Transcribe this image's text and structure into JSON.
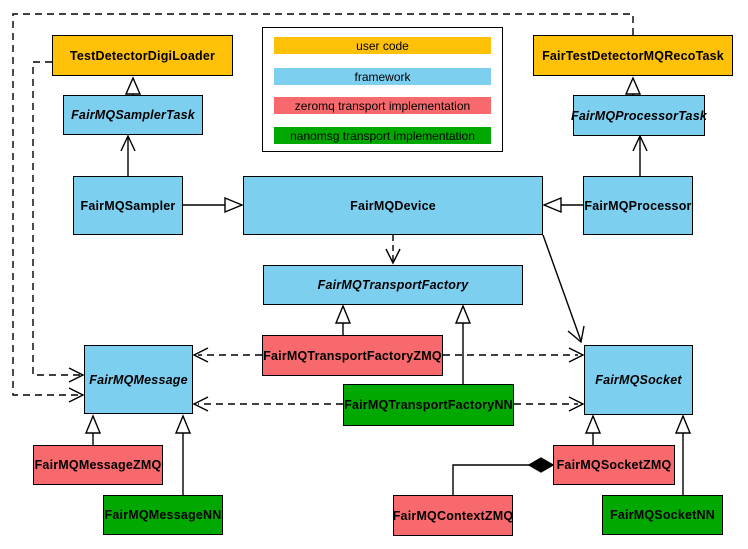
{
  "colors": {
    "user_code": "#FFC107",
    "framework": "#7DCFF0",
    "zeromq": "#F7696C",
    "nanomsg": "#00A800",
    "line": "#000000"
  },
  "legend": {
    "items": [
      {
        "label": "user code",
        "category": "user_code"
      },
      {
        "label": "framework",
        "category": "framework"
      },
      {
        "label": "zeromq transport implementation",
        "category": "zeromq"
      },
      {
        "label": "nanomsg transport implementation",
        "category": "nanomsg"
      }
    ]
  },
  "nodes": {
    "digiLoader": {
      "label": "TestDetectorDigiLoader",
      "category": "user_code",
      "abstract": false
    },
    "recoTask": {
      "label": "FairTestDetectorMQRecoTask",
      "category": "user_code",
      "abstract": false
    },
    "samplerTask": {
      "label": "FairMQSamplerTask",
      "category": "framework",
      "abstract": true
    },
    "processorTask": {
      "label": "FairMQProcessorTask",
      "category": "framework",
      "abstract": true
    },
    "sampler": {
      "label": "FairMQSampler",
      "category": "framework",
      "abstract": false
    },
    "device": {
      "label": "FairMQDevice",
      "category": "framework",
      "abstract": false
    },
    "processor": {
      "label": "FairMQProcessor",
      "category": "framework",
      "abstract": false
    },
    "transportFactory": {
      "label": "FairMQTransportFactory",
      "category": "framework",
      "abstract": true
    },
    "factoryZmq": {
      "label": "FairMQTransportFactoryZMQ",
      "category": "zeromq",
      "abstract": false
    },
    "factoryNn": {
      "label": "FairMQTransportFactoryNN",
      "category": "nanomsg",
      "abstract": false
    },
    "message": {
      "label": "FairMQMessage",
      "category": "framework",
      "abstract": true
    },
    "socket": {
      "label": "FairMQSocket",
      "category": "framework",
      "abstract": true
    },
    "messageZmq": {
      "label": "FairMQMessageZMQ",
      "category": "zeromq",
      "abstract": false
    },
    "messageNn": {
      "label": "FairMQMessageNN",
      "category": "nanomsg",
      "abstract": false
    },
    "contextZmq": {
      "label": "FairMQContextZMQ",
      "category": "zeromq",
      "abstract": false
    },
    "socketZmq": {
      "label": "FairMQSocketZMQ",
      "category": "zeromq",
      "abstract": false
    },
    "socketNn": {
      "label": "FairMQSocketNN",
      "category": "nanomsg",
      "abstract": false
    }
  },
  "relations": [
    {
      "from": "FairMQSamplerTask",
      "to": "TestDetectorDigiLoader",
      "type": "generalization"
    },
    {
      "from": "FairMQProcessorTask",
      "to": "FairTestDetectorMQRecoTask",
      "type": "generalization"
    },
    {
      "from": "FairMQSampler",
      "to": "FairMQDevice",
      "type": "generalization"
    },
    {
      "from": "FairMQProcessor",
      "to": "FairMQDevice",
      "type": "generalization"
    },
    {
      "from": "FairMQTransportFactoryZMQ",
      "to": "FairMQTransportFactory",
      "type": "generalization"
    },
    {
      "from": "FairMQTransportFactoryNN",
      "to": "FairMQTransportFactory",
      "type": "generalization"
    },
    {
      "from": "FairMQMessageZMQ",
      "to": "FairMQMessage",
      "type": "generalization"
    },
    {
      "from": "FairMQMessageNN",
      "to": "FairMQMessage",
      "type": "generalization"
    },
    {
      "from": "FairMQSocketZMQ",
      "to": "FairMQSocket",
      "type": "generalization"
    },
    {
      "from": "FairMQSocketNN",
      "to": "FairMQSocket",
      "type": "generalization"
    },
    {
      "from": "FairMQSampler",
      "to": "FairMQSamplerTask",
      "type": "association"
    },
    {
      "from": "FairMQProcessor",
      "to": "FairMQProcessorTask",
      "type": "association"
    },
    {
      "from": "FairMQDevice",
      "to": "FairMQSocket",
      "type": "association"
    },
    {
      "from": "FairMQDevice",
      "to": "FairMQTransportFactory",
      "type": "dependency"
    },
    {
      "from": "TestDetectorDigiLoader",
      "to": "FairMQMessage",
      "type": "dependency"
    },
    {
      "from": "FairTestDetectorMQRecoTask",
      "to": "FairMQMessage",
      "type": "dependency"
    },
    {
      "from": "FairMQTransportFactoryZMQ",
      "to": "FairMQMessage",
      "type": "dependency"
    },
    {
      "from": "FairMQTransportFactoryZMQ",
      "to": "FairMQSocket",
      "type": "dependency"
    },
    {
      "from": "FairMQTransportFactoryNN",
      "to": "FairMQMessage",
      "type": "dependency"
    },
    {
      "from": "FairMQTransportFactoryNN",
      "to": "FairMQSocket",
      "type": "dependency"
    },
    {
      "from": "FairMQSocketZMQ",
      "to": "FairMQContextZMQ",
      "type": "composition"
    }
  ]
}
